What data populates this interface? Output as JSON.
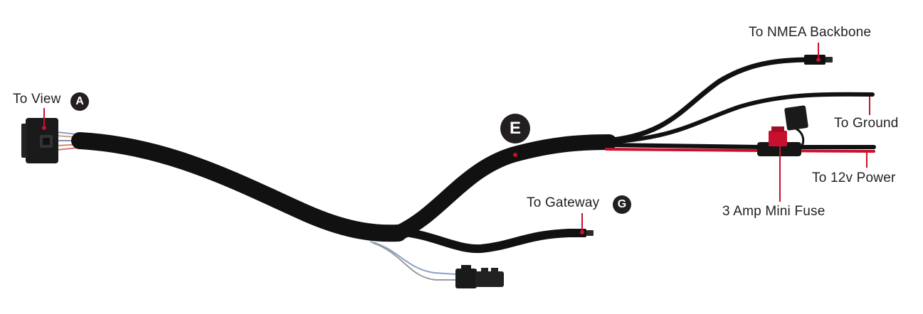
{
  "labels": {
    "to_view": "To View",
    "to_nmea_backbone": "To NMEA Backbone",
    "to_ground": "To Ground",
    "to_12v_power": "To 12v Power",
    "mini_fuse": "3 Amp Mini Fuse",
    "to_gateway": "To Gateway"
  },
  "badges": {
    "view": "A",
    "harness": "E",
    "gateway": "G"
  },
  "colors": {
    "cable": "#111111",
    "callout": "#c8102e",
    "power_wire": "#c8102e",
    "text": "#231f20"
  }
}
